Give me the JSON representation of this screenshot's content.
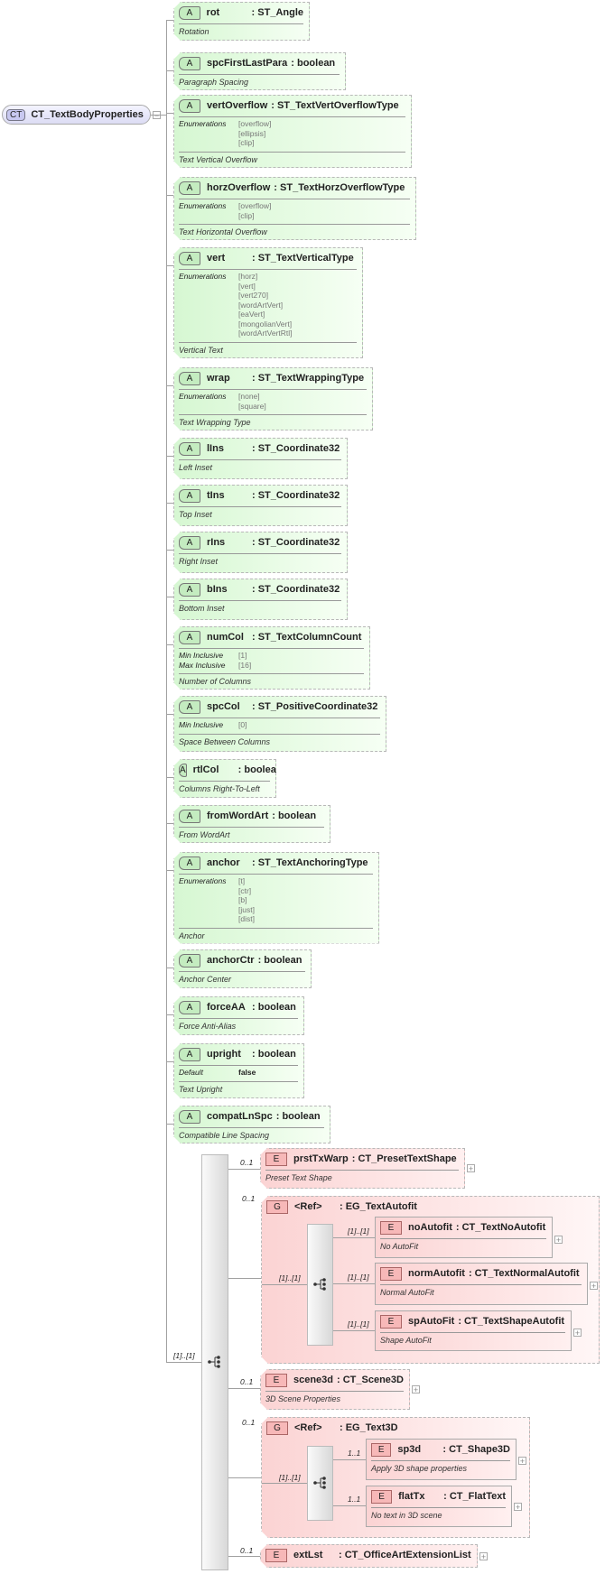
{
  "root": {
    "badge": "CT",
    "name": "CT_TextBodyProperties"
  },
  "attributes": [
    {
      "name": "rot",
      "type": ": ST_Angle",
      "description": "Rotation"
    },
    {
      "name": "spcFirstLastPara",
      "type": ": boolean",
      "description": "Paragraph Spacing"
    },
    {
      "name": "vertOverflow",
      "type": ": ST_TextVertOverflowType",
      "facet": {
        "label": "Enumerations",
        "values": [
          "[overflow]",
          "[ellipsis]",
          "[clip]"
        ]
      },
      "description": "Text Vertical Overflow"
    },
    {
      "name": "horzOverflow",
      "type": ": ST_TextHorzOverflowType",
      "facet": {
        "label": "Enumerations",
        "values": [
          "[overflow]",
          "[clip]"
        ]
      },
      "description": "Text Horizontal Overflow"
    },
    {
      "name": "vert",
      "type": ": ST_TextVerticalType",
      "facet": {
        "label": "Enumerations",
        "values": [
          "[horz]",
          "[vert]",
          "[vert270]",
          "[wordArtVert]",
          "[eaVert]",
          "[mongolianVert]",
          "[wordArtVertRtl]"
        ]
      },
      "description": "Vertical Text"
    },
    {
      "name": "wrap",
      "type": ": ST_TextWrappingType",
      "facet": {
        "label": "Enumerations",
        "values": [
          "[none]",
          "[square]"
        ]
      },
      "description": "Text Wrapping Type"
    },
    {
      "name": "lIns",
      "type": ": ST_Coordinate32",
      "description": "Left Inset"
    },
    {
      "name": "tIns",
      "type": ": ST_Coordinate32",
      "description": "Top Inset"
    },
    {
      "name": "rIns",
      "type": ": ST_Coordinate32",
      "description": "Right Inset"
    },
    {
      "name": "bIns",
      "type": ": ST_Coordinate32",
      "description": "Bottom Inset"
    },
    {
      "name": "numCol",
      "type": ": ST_TextColumnCount",
      "facets": [
        {
          "label": "Min Inclusive",
          "values": [
            "[1]"
          ]
        },
        {
          "label": "Max Inclusive",
          "values": [
            "[16]"
          ]
        }
      ],
      "description": "Number of Columns"
    },
    {
      "name": "spcCol",
      "type": ": ST_PositiveCoordinate32",
      "facet": {
        "label": "Min Inclusive",
        "values": [
          "[0]"
        ]
      },
      "description": "Space Between Columns"
    },
    {
      "name": "rtlCol",
      "type": ": boolean",
      "description": "Columns Right-To-Left"
    },
    {
      "name": "fromWordArt",
      "type": ": boolean",
      "description": "From WordArt"
    },
    {
      "name": "anchor",
      "type": ": ST_TextAnchoringType",
      "facet": {
        "label": "Enumerations",
        "values": [
          "[t]",
          "[ctr]",
          "[b]",
          "[just]",
          "[dist]"
        ]
      },
      "description": "Anchor"
    },
    {
      "name": "anchorCtr",
      "type": ": boolean",
      "description": "Anchor Center"
    },
    {
      "name": "forceAA",
      "type": ": boolean",
      "description": "Force Anti-Alias"
    },
    {
      "name": "upright",
      "type": ": boolean",
      "facet": {
        "label": "Default",
        "values": [
          "false"
        ]
      },
      "description": "Text Upright"
    },
    {
      "name": "compatLnSpc",
      "type": ": boolean",
      "description": "Compatible Line Spacing"
    }
  ],
  "sequence": {
    "cardinality": "[1]..[1]"
  },
  "elements": {
    "prstTxWarp": {
      "badge": "E",
      "name": "prstTxWarp",
      "type": ": CT_PresetTextShape",
      "description": "Preset Text Shape",
      "cardinality": "0..1"
    },
    "textAutofit": {
      "badge": "G",
      "name": "<Ref>",
      "type": ": EG_TextAutofit",
      "cardinality": "0..1",
      "choice_cardinality": "[1]..[1]"
    },
    "noAutofit": {
      "badge": "E",
      "name": "noAutofit",
      "type": ": CT_TextNoAutofit",
      "description": "No AutoFit",
      "cardinality": "[1]..[1]"
    },
    "normAutofit": {
      "badge": "E",
      "name": "normAutofit",
      "type": ": CT_TextNormalAutofit",
      "description": "Normal AutoFit",
      "cardinality": "[1]..[1]"
    },
    "spAutoFit": {
      "badge": "E",
      "name": "spAutoFit",
      "type": ": CT_TextShapeAutofit",
      "description": "Shape AutoFit",
      "cardinality": "[1]..[1]"
    },
    "scene3d": {
      "badge": "E",
      "name": "scene3d",
      "type": ": CT_Scene3D",
      "description": "3D Scene Properties",
      "cardinality": "0..1"
    },
    "text3D": {
      "badge": "G",
      "name": "<Ref>",
      "type": ": EG_Text3D",
      "cardinality": "0..1",
      "choice_cardinality": "[1]..[1]"
    },
    "sp3d": {
      "badge": "E",
      "name": "sp3d",
      "type": ": CT_Shape3D",
      "description": "Apply 3D shape properties",
      "cardinality": "1..1"
    },
    "flatTx": {
      "badge": "E",
      "name": "flatTx",
      "type": ": CT_FlatText",
      "description": "No text in 3D scene",
      "cardinality": "1..1"
    },
    "extLst": {
      "badge": "E",
      "name": "extLst",
      "type": ": CT_OfficeArtExtensionList",
      "cardinality": "0..1"
    }
  },
  "colors": {
    "attribute": "#d6f7d2",
    "element": "#fbd3d3",
    "complex_type": "#dcdcf4"
  }
}
